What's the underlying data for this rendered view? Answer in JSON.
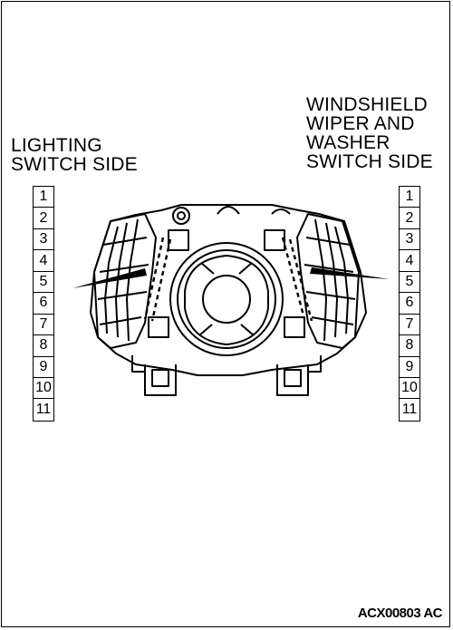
{
  "labels": {
    "left": [
      "LIGHTING",
      "SWITCH SIDE"
    ],
    "right": [
      "WINDSHIELD",
      "WIPER AND",
      "WASHER",
      "SWITCH SIDE"
    ]
  },
  "left_pins": [
    "1",
    "2",
    "3",
    "4",
    "5",
    "6",
    "7",
    "8",
    "9",
    "10",
    "11"
  ],
  "right_pins": [
    "1",
    "2",
    "3",
    "4",
    "5",
    "6",
    "7",
    "8",
    "9",
    "10",
    "11"
  ],
  "code": "ACX00803 AC",
  "colors": {
    "line": "#000000",
    "background": "#ffffff"
  }
}
